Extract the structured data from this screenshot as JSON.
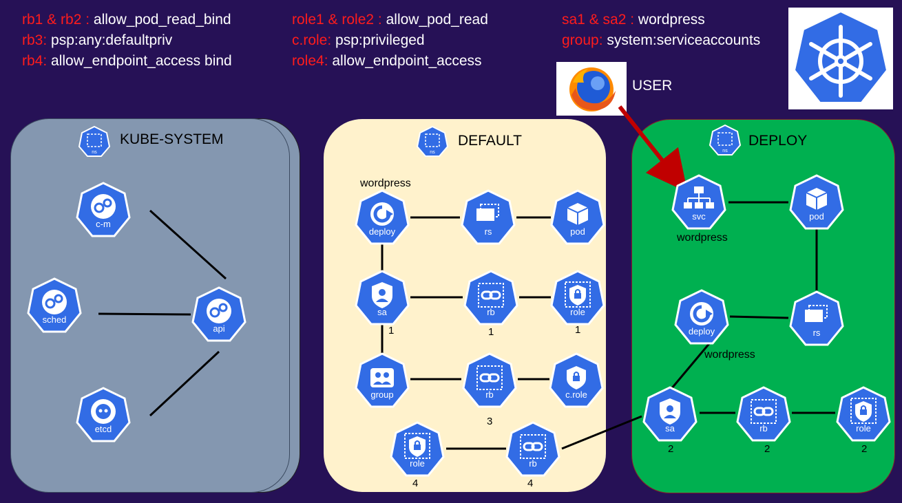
{
  "legend": [
    {
      "key": "rb1 & rb2 :",
      "value": "allow_pod_read_bind"
    },
    {
      "key": "rb3:",
      "value": "psp:any:defaultpriv"
    },
    {
      "key": "rb4:",
      "value": "allow_endpoint_access bind"
    },
    {
      "key": "role1 & role2 :",
      "value": "allow_pod_read"
    },
    {
      "key": "c.role:",
      "value": "psp:privileged"
    },
    {
      "key": "role4:",
      "value": "allow_endpoint_access"
    },
    {
      "key": "sa1 & sa2 :",
      "value": "wordpress"
    },
    {
      "key": "group:",
      "value": "system:serviceaccounts"
    }
  ],
  "user_label": "USER",
  "namespaces": {
    "kube_system": {
      "title": "KUBE-SYSTEM",
      "ns_icon": "ns"
    },
    "default": {
      "title": "DEFAULT",
      "ns_icon": "ns"
    },
    "deploy": {
      "title": "DEPLOY",
      "ns_icon": "ns"
    }
  },
  "nodes": {
    "ks_cm": "c-m",
    "ks_sched": "sched",
    "ks_api": "api",
    "ks_etcd": "etcd",
    "df_deploy": "deploy",
    "df_rs": "rs",
    "df_pod": "pod",
    "df_sa": "sa",
    "df_rb1": "rb",
    "df_role1": "role",
    "df_group": "group",
    "df_rb3": "rb",
    "df_crole": "c.role",
    "df_role4": "role",
    "df_rb4": "rb",
    "dp_svc": "svc",
    "dp_pod": "pod",
    "dp_deploy": "deploy",
    "dp_rs": "rs",
    "dp_sa": "sa",
    "dp_rb": "rb",
    "dp_role": "role"
  },
  "captions": {
    "df_deploy": "wordpress",
    "dp_svc": "wordpress",
    "dp_deploy": "wordpress"
  },
  "numbers": {
    "df_sa": "1",
    "df_rb1": "1",
    "df_role1": "1",
    "df_rb3": "3",
    "df_role4": "4",
    "df_rb4": "4",
    "dp_sa": "2",
    "dp_rb": "2",
    "dp_role": "2"
  },
  "colors": {
    "background": "#261156",
    "k8s_blue": "#326ce5",
    "kube_system": "#8497b0",
    "default": "#fff2cc",
    "deploy": "#00b050",
    "legend_key": "#ff1c1c",
    "arrow": "#c00000"
  },
  "icons": {
    "kubernetes_logo": "helm-wheel-icon",
    "user": "firefox-icon"
  }
}
